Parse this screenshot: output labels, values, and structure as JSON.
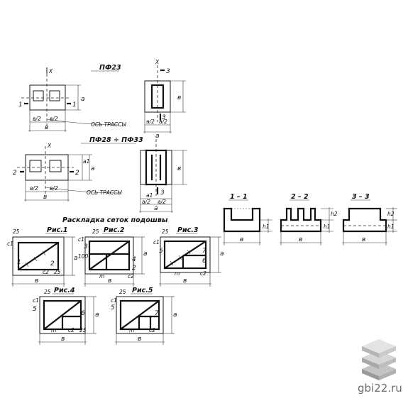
{
  "titles": {
    "pf23": "ПФ23",
    "pf28_33": "ПФ28 ÷ ПФ33",
    "mesh_layout": "Раскладка сеток подошвы",
    "fig1": "Рис.1",
    "fig2": "Рис.2",
    "fig3": "Рис.3",
    "fig4": "Рис.4",
    "fig5": "Рис.5",
    "sec1": "1 – 1",
    "sec2": "2 – 2",
    "sec3": "3 – 3"
  },
  "labels": {
    "axis_x": "X",
    "track_axis": "ОСЬ ТРАССЫ",
    "dim_a": "а",
    "dim_b": "в",
    "b_half": "в/2",
    "a_half": "а/2",
    "a1": "а1",
    "h1": "h1",
    "h2": "h2",
    "c1": "c1",
    "c2": "c2",
    "m": "m",
    "n25": "25",
    "n100": "100",
    "n1": "1",
    "n2": "2",
    "n3": "3",
    "n4": "4",
    "n5": "5",
    "n6": "6",
    "n7": "7"
  },
  "watermark": {
    "text": "gbi22.ru"
  },
  "colors": {
    "ink": "#111111",
    "watermark_text": "#6b6b6b",
    "logo_light": "#e3e3e3",
    "logo_mid": "#c4c4c4",
    "logo_dark": "#9a9a9a"
  }
}
